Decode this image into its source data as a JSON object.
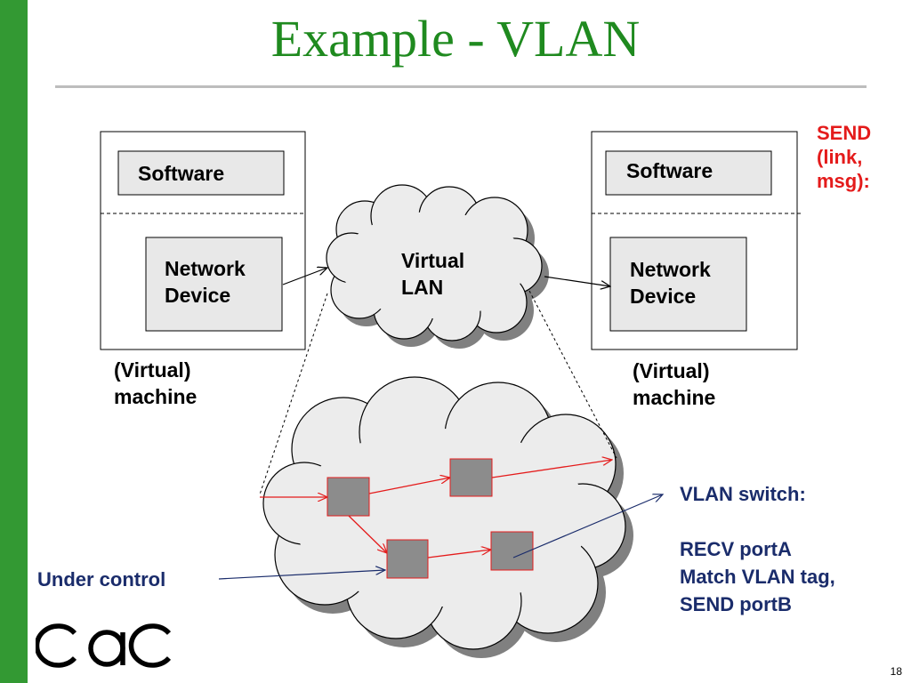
{
  "slide": {
    "title": "Example - VLAN",
    "number": "18",
    "brand_color": "#339933",
    "title_color": "#1f8a1f"
  },
  "diagram": {
    "left_machine": {
      "software_label": "Software",
      "device_label": "Network\nDevice",
      "caption": "(Virtual)\nmachine"
    },
    "right_machine": {
      "software_label": "Software",
      "device_label": "Network\nDevice",
      "caption": "(Virtual)\nmachine"
    },
    "cloud_label": "Virtual\nLAN",
    "send_note": "SEND\n(link,\nmsg):",
    "switch_note": "VLAN switch:\n\nRECV portA\nMatch VLAN tag,\nSEND portB",
    "control_label": "Under control",
    "colors": {
      "red_arrow": "#e41b1b",
      "navy_arrow": "#1a2c6b",
      "switch_fill": "#8c8c8c",
      "cloud_fill": "#ececec"
    }
  },
  "logo": {
    "text": "CAC"
  }
}
